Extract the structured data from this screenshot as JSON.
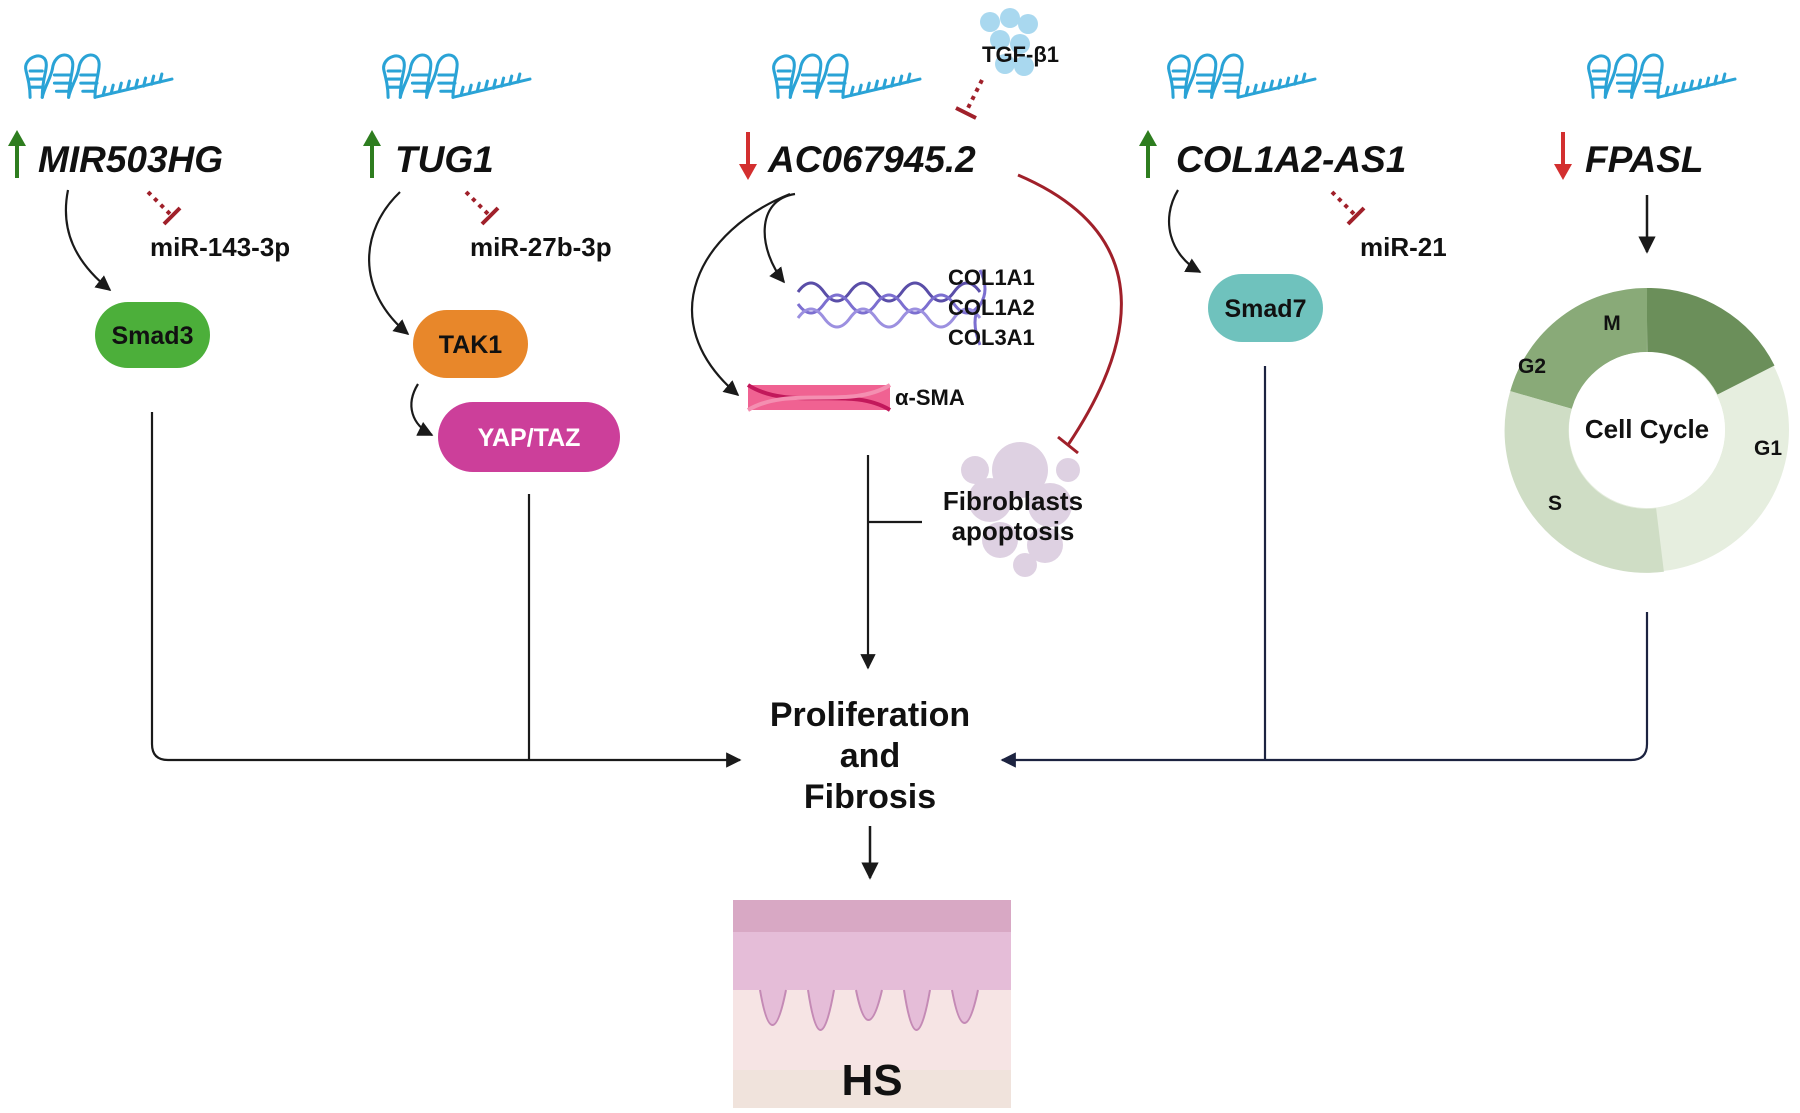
{
  "genes": [
    {
      "name": "MIR503HG",
      "direction": "up"
    },
    {
      "name": "TUG1",
      "direction": "up"
    },
    {
      "name": "AC067945.2",
      "direction": "down"
    },
    {
      "name": "COL1A2-AS1",
      "direction": "up"
    },
    {
      "name": "FPASL",
      "direction": "down"
    }
  ],
  "mirnas": [
    "miR-143-3p",
    "miR-27b-3p",
    "miR-21"
  ],
  "nodes": {
    "smad3": "Smad3",
    "tak1": "TAK1",
    "yap_taz": "YAP/TAZ",
    "smad7": "Smad7"
  },
  "ac067945": {
    "tgf": "TGF-β1",
    "collagens": [
      "COL1A1",
      "COL1A2",
      "COL3A1"
    ],
    "asma": "α-SMA",
    "apoptosis_line1": "Fibroblasts",
    "apoptosis_line2": "apoptosis"
  },
  "cell_cycle": {
    "title": "Cell Cycle",
    "phases": [
      "M",
      "G2",
      "G1",
      "S"
    ]
  },
  "outcome": {
    "line1": "Proliferation",
    "line2": "and",
    "line3": "Fibrosis"
  },
  "tissue_label": "HS",
  "colors": {
    "up_arrow": "#2e7d1f",
    "down_arrow": "#d32f2f",
    "rna": "#2aa3d6",
    "inhibit": "#a0202a",
    "smad3": "#4caf3a",
    "tak1": "#e8872a",
    "yap_taz": "#cc3f9a",
    "smad7": "#6fc2bd",
    "navy": "#1c2340"
  }
}
